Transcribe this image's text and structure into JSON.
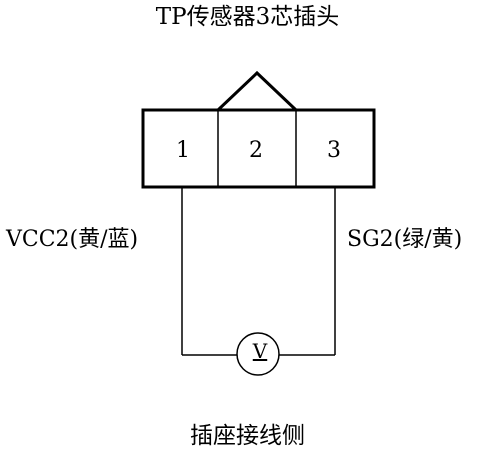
{
  "title": "TP传感器3芯插头",
  "connector": {
    "pins": [
      "1",
      "2",
      "3"
    ]
  },
  "wires": {
    "left": "VCC2(黄/蓝)",
    "right": "SG2(绿/黄)"
  },
  "meter": {
    "label": "V"
  },
  "footer": "插座接线侧"
}
